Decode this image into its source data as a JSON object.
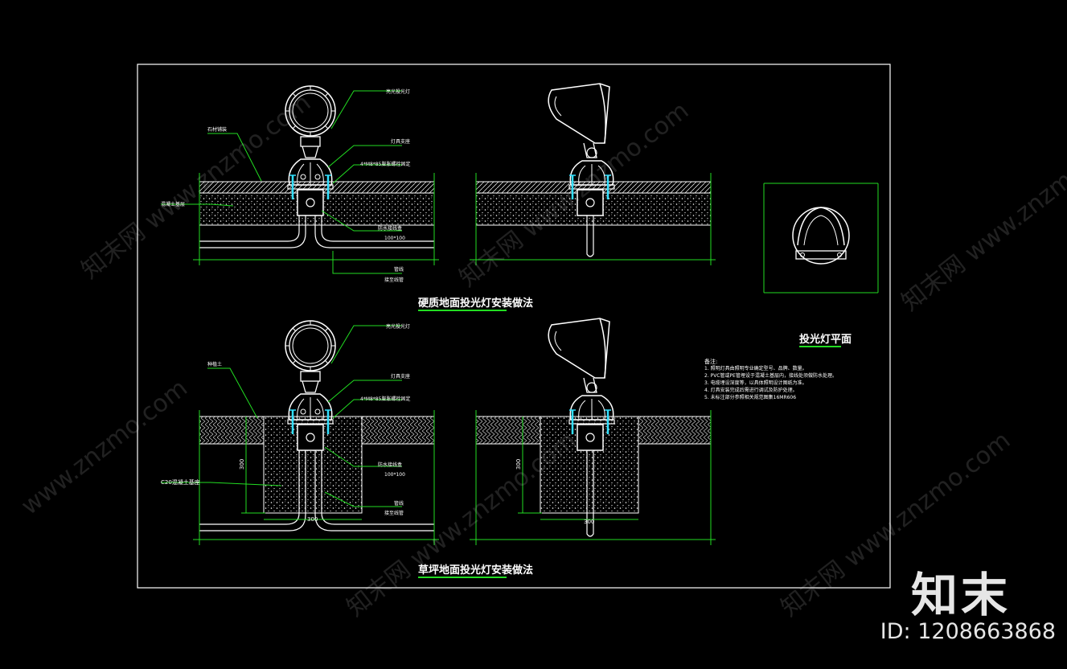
{
  "colors": {
    "background": "#000000",
    "frame": "#ffffff",
    "dim": "#22dd22",
    "cyan": "#33e0ff"
  },
  "sections": {
    "hard_ground_title": "硬质地面投光灯安装做法",
    "lawn_title": "草坪地面投光灯安装做法",
    "plan_title": "投光灯平面"
  },
  "labels": {
    "lamp": "亮光投光灯",
    "stone": "石材铺装",
    "bracket": "灯具支座",
    "anchor": "4*M8*85膨胀螺栓固定",
    "concrete_base": "混凝土基层",
    "junction_box": "防水接线盒",
    "junction_box_size": "100*100",
    "conduit": "管线",
    "cable": "接至线管",
    "soil": "种植土",
    "c20_base": "C20混凝土基座",
    "dim_300": "300"
  },
  "notes": {
    "title": "备注:",
    "items": [
      "1. 照明灯具由照明专业确定型号、品牌、数量。",
      "2. PVC管或PE管埋设于混凝土基层内，接线处须做防水处理。",
      "3. 电缆埋设深度等，以具体照明设计图纸为准。",
      "4. 灯具安装完成后需进行调试及防护处理。",
      "5. 未标注部分参照相关规范图集16MR606"
    ]
  },
  "watermark": {
    "site": "www.znzmo.com",
    "cn": "知末网"
  },
  "brand": {
    "name": "知末",
    "id": "ID: 1208663868"
  }
}
